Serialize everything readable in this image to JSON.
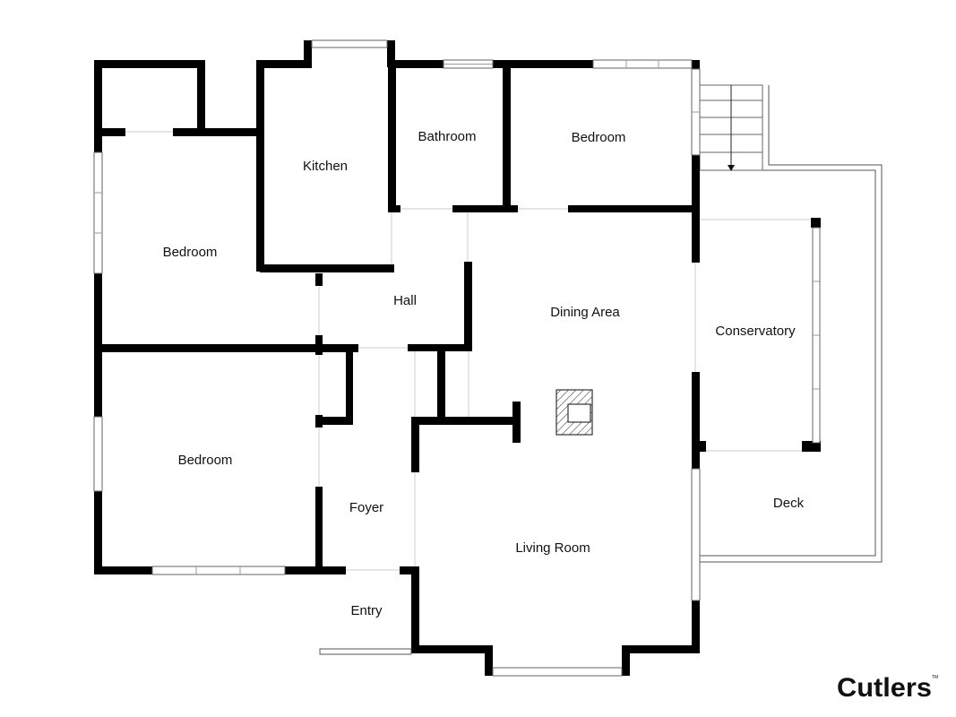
{
  "rooms": {
    "kitchen": "Kitchen",
    "bathroom": "Bathroom",
    "bedroom_top": "Bedroom",
    "bedroom_left": "Bedroom",
    "hall": "Hall",
    "dining": "Dining Area",
    "conservatory": "Conservatory",
    "bedroom_bottom": "Bedroom",
    "foyer": "Foyer",
    "living": "Living Room",
    "deck": "Deck",
    "entry": "Entry"
  },
  "brand": {
    "name": "Cutlers",
    "mark": "TM"
  },
  "colors": {
    "wall": "#000000",
    "window": "#ffffff",
    "background": "#ffffff"
  },
  "icons": {
    "fireplace": "fireplace-icon",
    "stairs": "stairs-icon"
  }
}
